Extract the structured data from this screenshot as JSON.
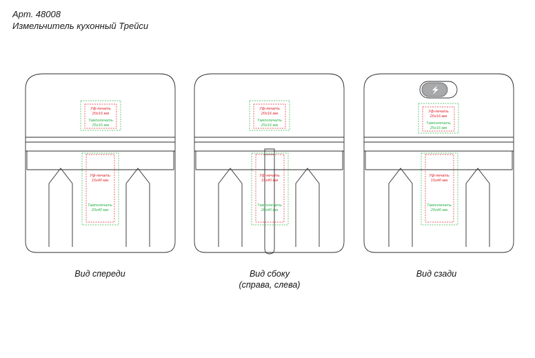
{
  "header": {
    "article": "Арт. 48008",
    "product": "Измельчитель кухонный Трейси"
  },
  "views": [
    {
      "caption": "Вид спереди",
      "caption2": "",
      "top_zone": {
        "label1": "Уф-печать",
        "size1": "20х16 мм",
        "label2": "Тампопечать",
        "size2": "25х16 мм"
      },
      "bottom_zone": {
        "label1": "Уф-печать",
        "size1": "15х40 мм",
        "label2": "Тампопечать",
        "size2": "20х40 мм"
      }
    },
    {
      "caption": "Вид сбоку",
      "caption2": "(справа, слева)",
      "top_zone": {
        "label1": "Уф-печать",
        "size1": "20х16 мм",
        "label2": "Тампопечать",
        "size2": "25х16 мм"
      },
      "bottom_zone": {
        "label1": "Уф-печать",
        "size1": "15х40 мм",
        "label2": "Тампопечать",
        "size2": "20х40 мм"
      }
    },
    {
      "caption": "Вид сзади",
      "caption2": "",
      "top_zone": {
        "label1": "Уф-печать",
        "size1": "20х16 мм",
        "label2": "Тампопечать",
        "size2": "25х16 мм"
      },
      "bottom_zone": {
        "label1": "Уф-печать",
        "size1": "15х40 мм",
        "label2": "Тампопечать",
        "size2": "20х40 мм"
      }
    }
  ],
  "colors": {
    "uv_print": "#e0242b",
    "pad_print": "#2bb24a",
    "outline": "#2b2b2b"
  }
}
